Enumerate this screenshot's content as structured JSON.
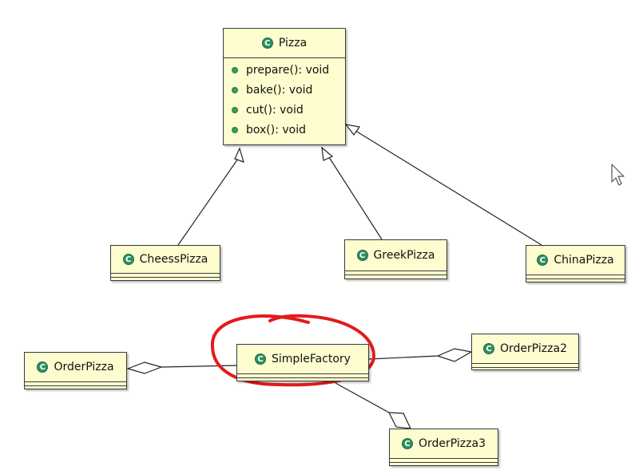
{
  "classes": {
    "pizza": {
      "name": "Pizza",
      "methods": [
        "prepare(): void",
        "bake(): void",
        "cut(): void",
        "box(): void"
      ]
    },
    "cheess_pizza": {
      "name": "CheessPizza"
    },
    "greek_pizza": {
      "name": "GreekPizza"
    },
    "china_pizza": {
      "name": "ChinaPizza"
    },
    "order_pizza": {
      "name": "OrderPizza"
    },
    "simple_factory": {
      "name": "SimpleFactory"
    },
    "order_pizza2": {
      "name": "OrderPizza2"
    },
    "order_pizza3": {
      "name": "OrderPizza3"
    }
  },
  "icons": {
    "class_icon": "C",
    "class_icon_color": "#2f8f63",
    "method_icon_color": "#3d9b54",
    "class_fill": "#fdfdcf",
    "highlight_color": "#e31b1b"
  }
}
